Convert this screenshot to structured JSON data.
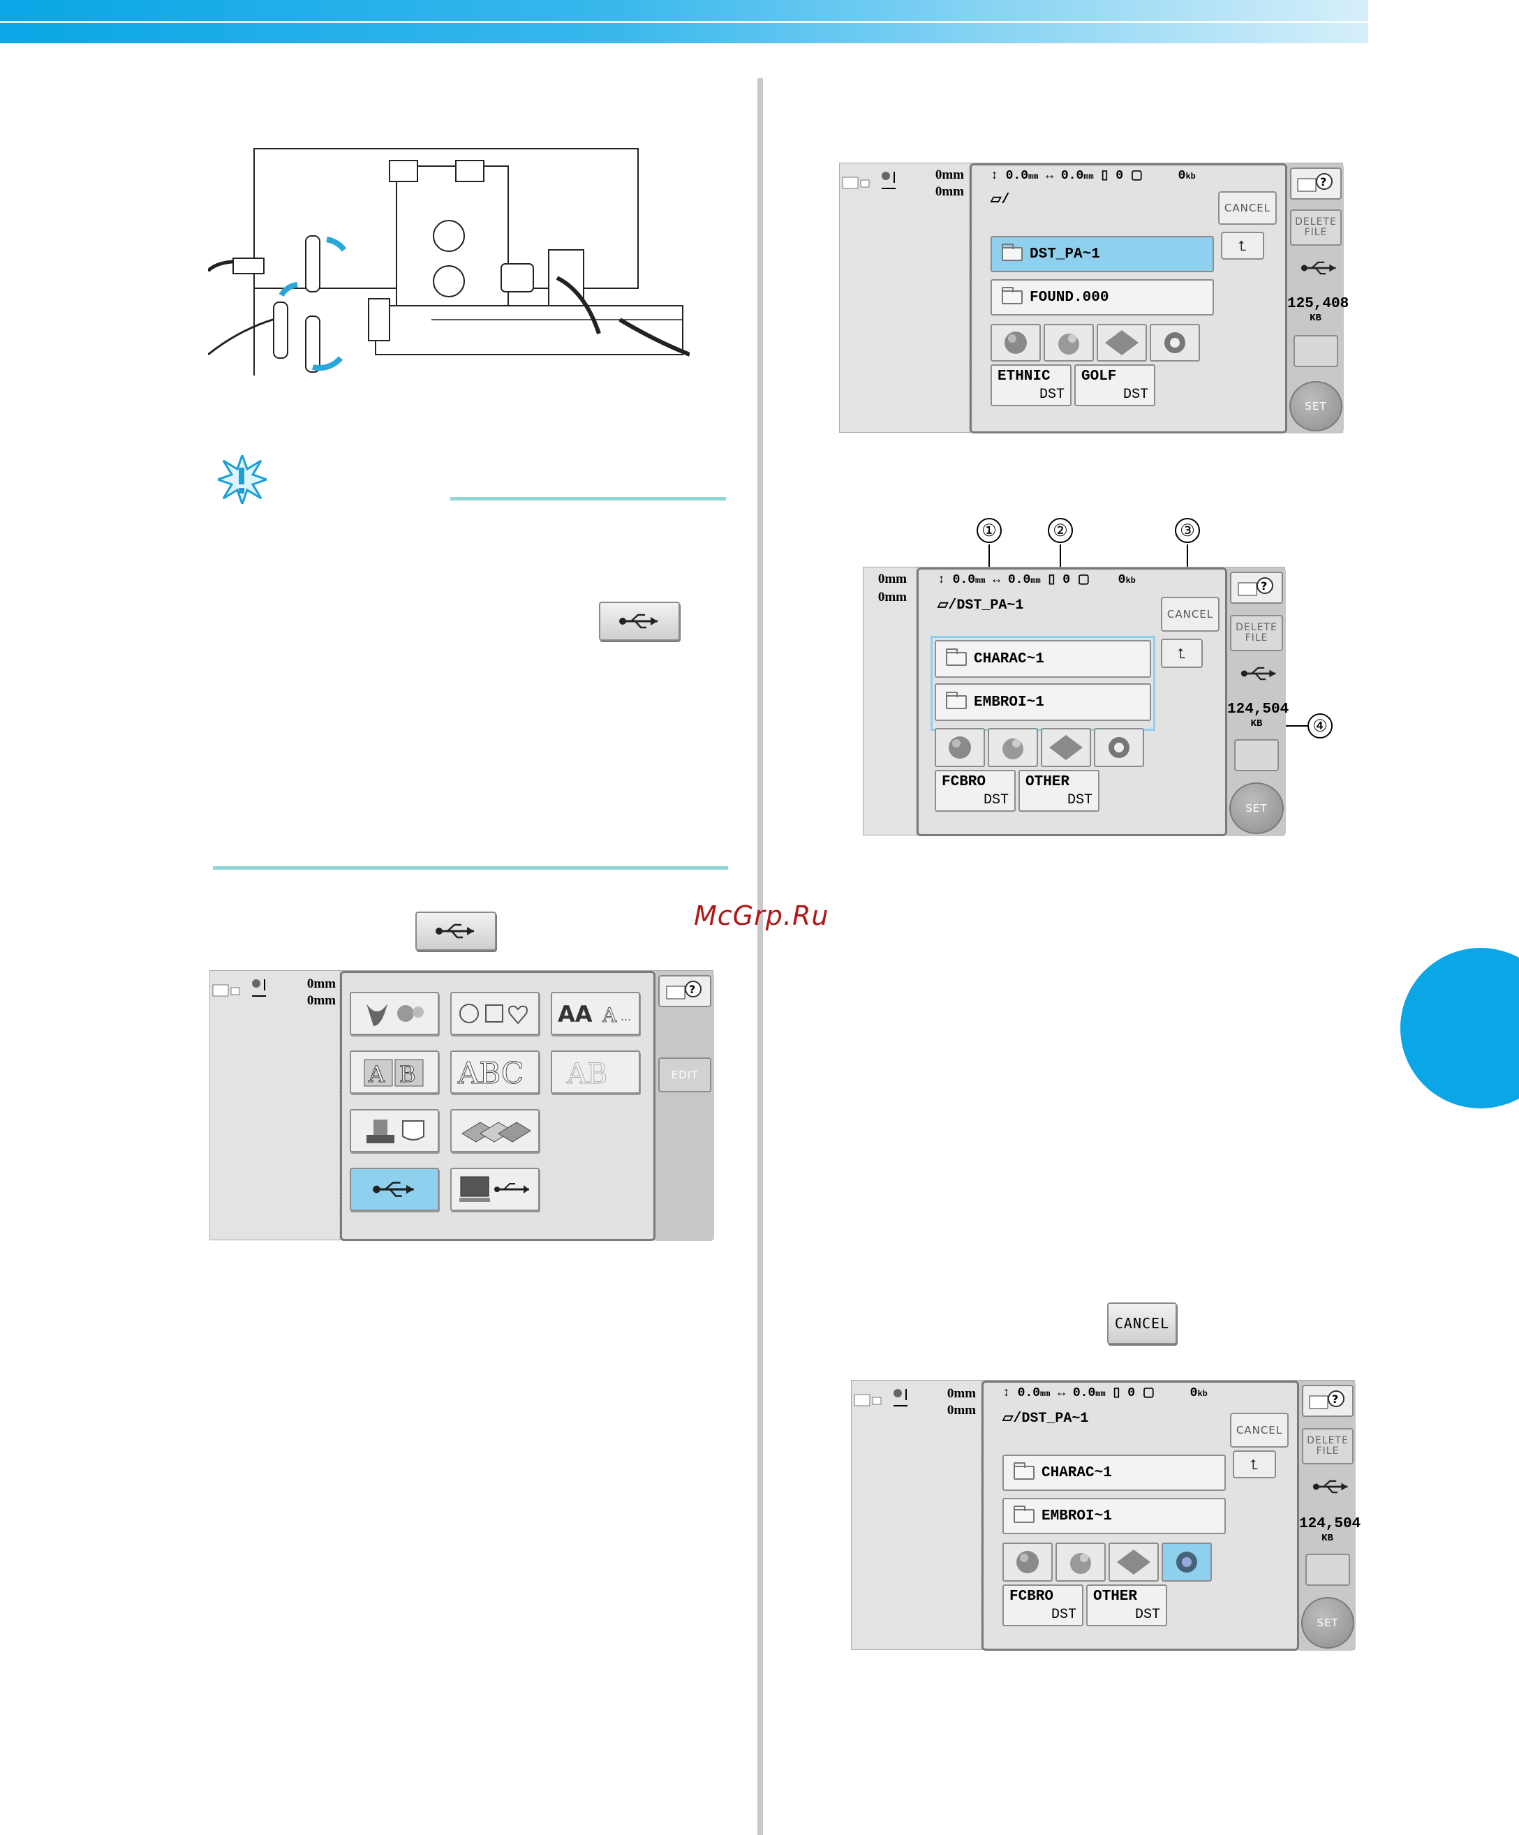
{
  "watermark": "McGrp.Ru",
  "inline_buttons": {
    "usb_label": "",
    "cancel_label": "CANCEL"
  },
  "screen_top": {
    "height_stat": "0.0",
    "width_stat": "0.0",
    "mm_unit": "mm",
    "stitch_stat": "0",
    "kb_stat": "0",
    "kb_unit": "kb",
    "dim_h": "0mm",
    "dim_w": "0mm",
    "path": "/",
    "cancel": "CANCEL",
    "delete_file": "DELETE FILE",
    "folders": [
      "DST_PA~1",
      "FOUND.000"
    ],
    "selected_folder": 0,
    "files": [
      {
        "name": "ETHNIC",
        "type": "DST"
      },
      {
        "name": "GOLF",
        "type": "DST"
      }
    ],
    "capacity": "125,408",
    "capacity_unit": "KB",
    "set": "SET"
  },
  "screen_mid": {
    "height_stat": "0.0",
    "width_stat": "0.0",
    "mm_unit": "mm",
    "stitch_stat": "0",
    "kb_stat": "0",
    "kb_unit": "kb",
    "dim_h": "0mm",
    "dim_w": "0mm",
    "path": "/DST_PA~1",
    "cancel": "CANCEL",
    "delete_file": "DELETE FILE",
    "folders": [
      "CHARAC~1",
      "EMBROI~1"
    ],
    "files": [
      {
        "name": "FCBRO",
        "type": "DST"
      },
      {
        "name": "OTHER",
        "type": "DST"
      }
    ],
    "capacity": "124,504",
    "capacity_unit": "KB",
    "set": "SET",
    "callouts": [
      "①",
      "②",
      "③",
      "④"
    ]
  },
  "screen_bottom": {
    "height_stat": "0.0",
    "width_stat": "0.0",
    "mm_unit": "mm",
    "stitch_stat": "0",
    "kb_stat": "0",
    "kb_unit": "kb",
    "dim_h": "0mm",
    "dim_w": "0mm",
    "path": "/DST_PA~1",
    "cancel": "CANCEL",
    "delete_file": "DELETE FILE",
    "folders": [
      "CHARAC~1",
      "EMBROI~1"
    ],
    "files": [
      {
        "name": "FCBRO",
        "type": "DST"
      },
      {
        "name": "OTHER",
        "type": "DST"
      }
    ],
    "selected_thumb": 3,
    "capacity": "124,504",
    "capacity_unit": "KB",
    "set": "SET"
  },
  "screen_menu": {
    "dim_h": "0mm",
    "dim_w": "0mm",
    "edit": "EDIT",
    "categories": [
      "embroidery-patterns-icon",
      "frame-shapes-icon",
      "alphabet-fonts-icon",
      "decorative-alphabet-icon",
      "large-alphabet-icon",
      "outline-alphabet-icon",
      "tajima-pattern-icon",
      "pocket-pattern-icon",
      "card-patterns-icon",
      "usb-media-icon",
      "pc-usb-icon"
    ],
    "selected": "usb-media-icon"
  },
  "colors": {
    "accent": "#0aa6e6",
    "selection": "#8fd0ef",
    "rule": "#8fd6d6",
    "watermark": "#b01818"
  }
}
